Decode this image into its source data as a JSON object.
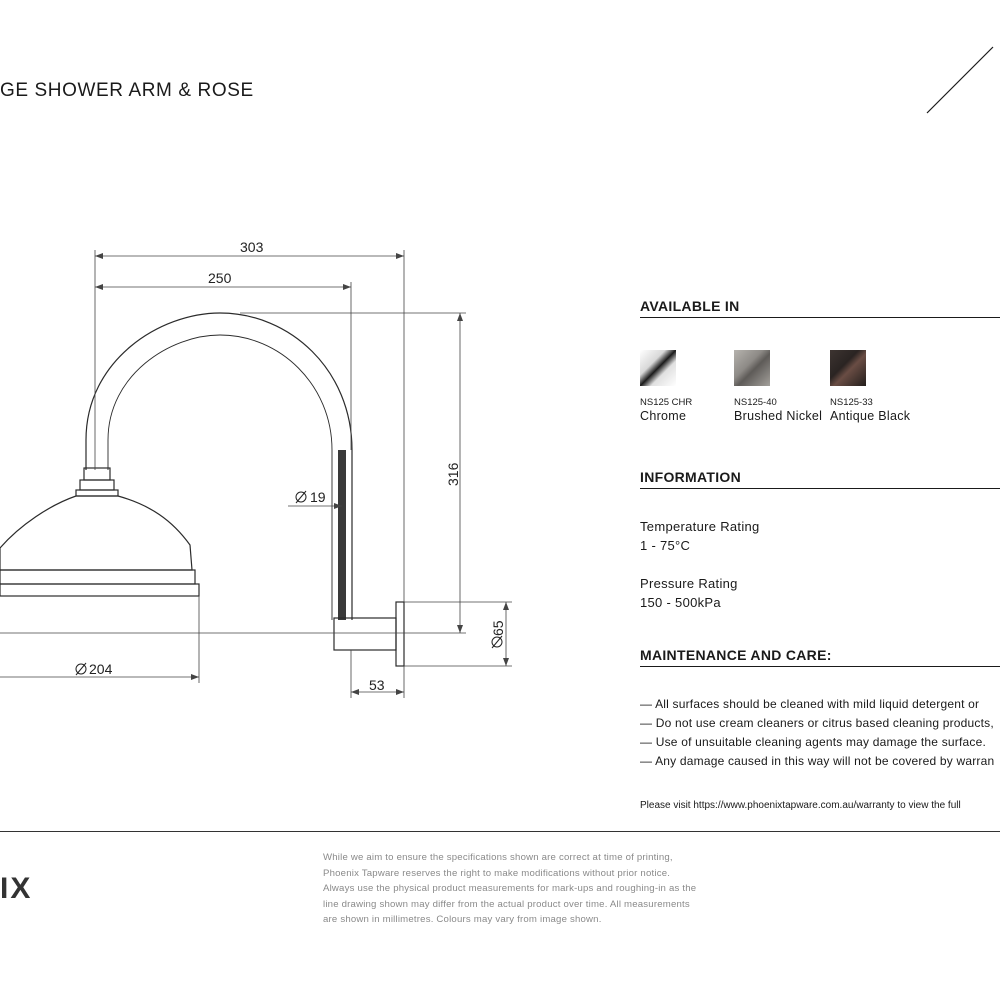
{
  "header": {
    "title": "GE SHOWER ARM & ROSE"
  },
  "drawing": {
    "dimensions": {
      "overall_width": "303",
      "arm_width": "250",
      "height": "316",
      "arm_diameter": "19",
      "rose_diameter": "204",
      "flange_diameter": "65",
      "flange_depth": "53"
    }
  },
  "available_in": {
    "heading": "AVAILABLE IN",
    "finishes": [
      {
        "code": "NS125 CHR",
        "name": "Chrome",
        "color": "#e8e8e8"
      },
      {
        "code": "NS125-40",
        "name": "Brushed Nickel",
        "color": "#8d8a86"
      },
      {
        "code": "NS125-33",
        "name": "Antique Black",
        "color": "#2a2422"
      }
    ]
  },
  "information": {
    "heading": "INFORMATION",
    "items": [
      {
        "label": "Temperature Rating",
        "value": "1 - 75°C"
      },
      {
        "label": "Pressure Rating",
        "value": "150 - 500kPa"
      }
    ]
  },
  "maintenance": {
    "heading": "MAINTENANCE AND CARE:",
    "items": [
      "— All surfaces should be cleaned with mild liquid detergent or",
      "— Do not use cream cleaners or citrus based cleaning products,",
      "— Use of unsuitable cleaning agents may damage the surface.",
      "— Any damage caused in this way will not be covered by warran"
    ],
    "warranty_note": "Please visit https://www.phoenixtapware.com.au/warranty to view the full"
  },
  "footer": {
    "brand": "IX",
    "disclaimer": [
      "While we aim to ensure the specifications shown are correct at time of printing,",
      "Phoenix Tapware reserves the right to make modifications without prior notice.",
      "Always use the physical product measurements for mark-ups and roughing-in as the",
      "line drawing shown may differ from the actual product over time. All measurements",
      "are shown in millimetres. Colours may vary from image shown."
    ]
  }
}
